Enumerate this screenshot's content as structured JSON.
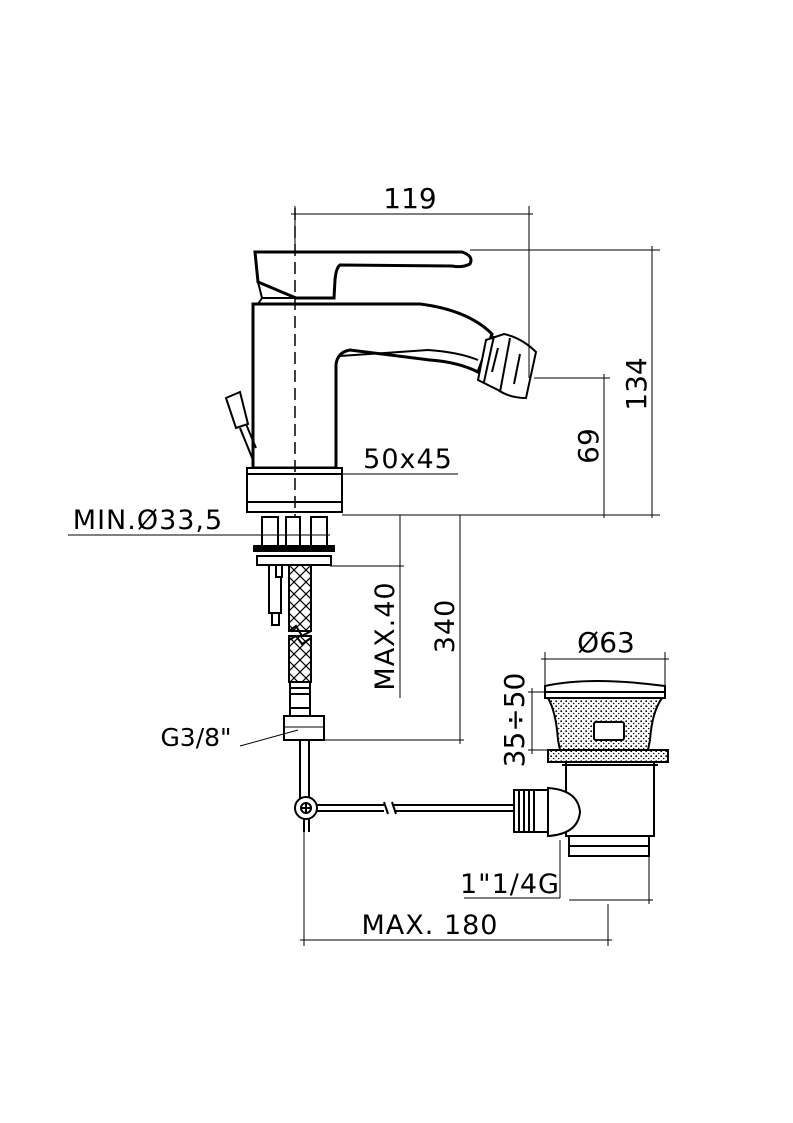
{
  "dimensions": {
    "width_top": "119",
    "height_total": "134",
    "spout_height": "69",
    "base_size": "50x45",
    "hole_min": "MIN.Ø33,5",
    "thickness_max": "MAX.40",
    "hose_length": "340",
    "thread_inlet": "G3/8\"",
    "waste_diameter": "Ø63",
    "waste_range": "35÷50",
    "waste_thread": "1\"1/4G",
    "rod_max": "MAX. 180"
  },
  "colors": {
    "line": "#000000",
    "background": "#ffffff"
  }
}
